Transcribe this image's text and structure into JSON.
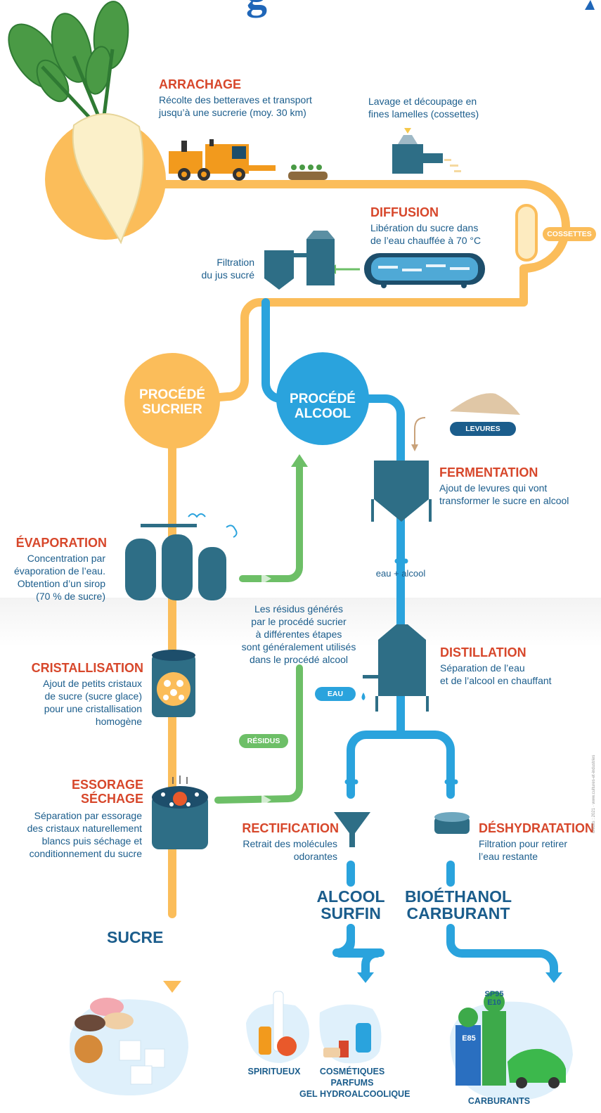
{
  "title_fragment": "g",
  "colors": {
    "sugar_path": "#fbbd5a",
    "alcohol_path": "#2aa3dd",
    "residue_path": "#6dbf67",
    "heading": "#d7472b",
    "text": "#1b5d8c",
    "machine": "#2e6e86"
  },
  "steps": {
    "arrachage": {
      "title": "ARRACHAGE",
      "desc": [
        "Récolte des betteraves et transport",
        "jusqu’à une sucrerie (moy. 30 km)"
      ]
    },
    "lavage": {
      "desc": [
        "Lavage et découpage en",
        "fines lamelles (cossettes)"
      ]
    },
    "cossettes_label": "COSSETTES",
    "diffusion": {
      "title": "DIFFUSION",
      "desc": [
        "Libération du sucre dans",
        "de l’eau chauffée à 70 °C"
      ]
    },
    "filtration": {
      "desc": [
        "Filtration",
        "du jus sucré"
      ]
    },
    "procede_sucrier": [
      "PROCÉDÉ",
      "SUCRIER"
    ],
    "procede_alcool": [
      "PROCÉDÉ",
      "ALCOOL"
    ],
    "levures_label": "LEVURES",
    "fermentation": {
      "title": "FERMENTATION",
      "desc": [
        "Ajout de levures qui vont",
        "transformer le sucre en alcool"
      ]
    },
    "eau_alcool": "eau + alcool",
    "evaporation": {
      "title": "ÉVAPORATION",
      "desc": [
        "Concentration par",
        "évaporation de l’eau.",
        "Obtention d’un sirop",
        "(70 % de sucre)"
      ]
    },
    "residus_note": [
      "Les résidus générés",
      "par le procédé sucrier",
      "à différentes étapes",
      "sont généralement utilisés",
      "dans le procédé alcool"
    ],
    "cristallisation": {
      "title": "CRISTALLISATION",
      "desc": [
        "Ajout de petits cristaux",
        "de sucre (sucre glace)",
        "pour une cristallisation",
        "homogène"
      ]
    },
    "distillation": {
      "title": "DISTILLATION",
      "desc": [
        "Séparation de l’eau",
        "et de l’alcool en chauffant"
      ]
    },
    "eau_label": "EAU",
    "residus_label": "RÉSIDUS",
    "essorage": {
      "title": [
        "ESSORAGE",
        "SÉCHAGE"
      ],
      "desc": [
        "Séparation par essorage",
        "des cristaux naturellement",
        "blancs puis séchage et",
        "conditionnement du sucre"
      ]
    },
    "rectification": {
      "title": "RECTIFICATION",
      "desc": [
        "Retrait des molécules",
        "odorantes"
      ]
    },
    "deshydratation": {
      "title": "DÉSHYDRATATION",
      "desc": [
        "Filtration pour retirer",
        "l’eau restante"
      ]
    }
  },
  "products": {
    "alcool_surfin": [
      "ALCOOL",
      "SURFIN"
    ],
    "bioethanol": [
      "BIOÉTHANOL",
      "CARBURANT"
    ],
    "sucre": "SUCRE",
    "spiritueux": "SPIRITUEUX",
    "cosmetiques": [
      "COSMÉTIQUES",
      "PARFUMS",
      "GEL HYDROALCOOLIQUE"
    ],
    "carburants": "CARBURANTS",
    "fuel_tags": [
      "E85",
      "SP95",
      "E10"
    ]
  },
  "footer_credit": "crédits : 2021 · www.cultures-et-industries"
}
